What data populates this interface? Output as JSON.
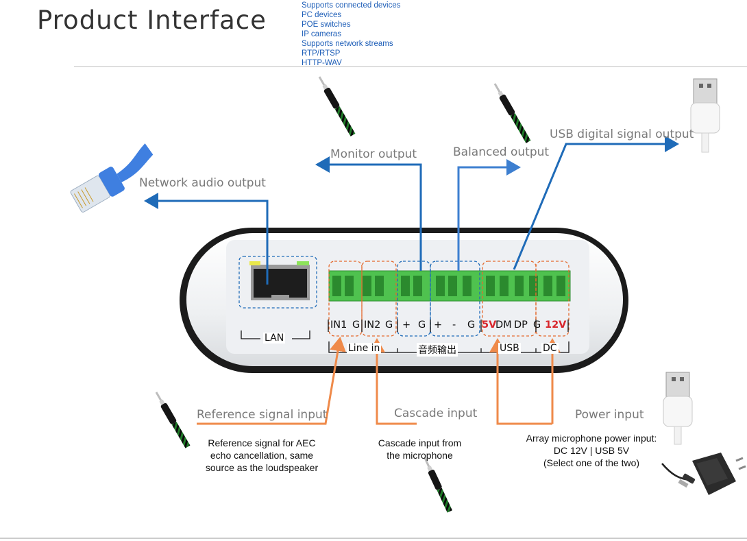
{
  "title": "Product Interface",
  "notes": [
    "Supports connected devices",
    "PC devices",
    "POE switches",
    "IP cameras",
    "Supports network streams",
    "RTP/RTSP",
    "HTTP-WAV"
  ],
  "outputs": {
    "network": "Network audio output",
    "monitor": "Monitor output",
    "balanced": "Balanced output",
    "usb": "USB digital signal output"
  },
  "inputs": {
    "reference": "Reference signal input",
    "reference_desc": [
      "Reference signal for AEC",
      "echo cancellation, same",
      "source as the loudspeaker"
    ],
    "cascade": "Cascade input",
    "cascade_desc": [
      "Cascade input from",
      "the microphone"
    ],
    "power": "Power input",
    "power_desc": [
      "Array microphone power input:",
      "DC 12V | USB 5V",
      "(Select one of the two)"
    ]
  },
  "pins": {
    "in1": "IN1",
    "g1": "G",
    "in2": "IN2",
    "g2": "G",
    "plus1": "+",
    "g3": "G",
    "plus2": "+",
    "minus": "-",
    "g4": "G",
    "v5": "5V",
    "dm": "DM",
    "dp": "DP",
    "g5": "G",
    "v12": "12V"
  },
  "groups": {
    "lan": "LAN",
    "line_in": "Line in",
    "audio_out": "音频输出",
    "usb": "USB",
    "dc": "DC"
  },
  "colors": {
    "output_arrow": "#1f6bb8",
    "input_arrow": "#ef8a4a",
    "terminal": "#4fc24f",
    "highlight_red": "#d8262c"
  }
}
